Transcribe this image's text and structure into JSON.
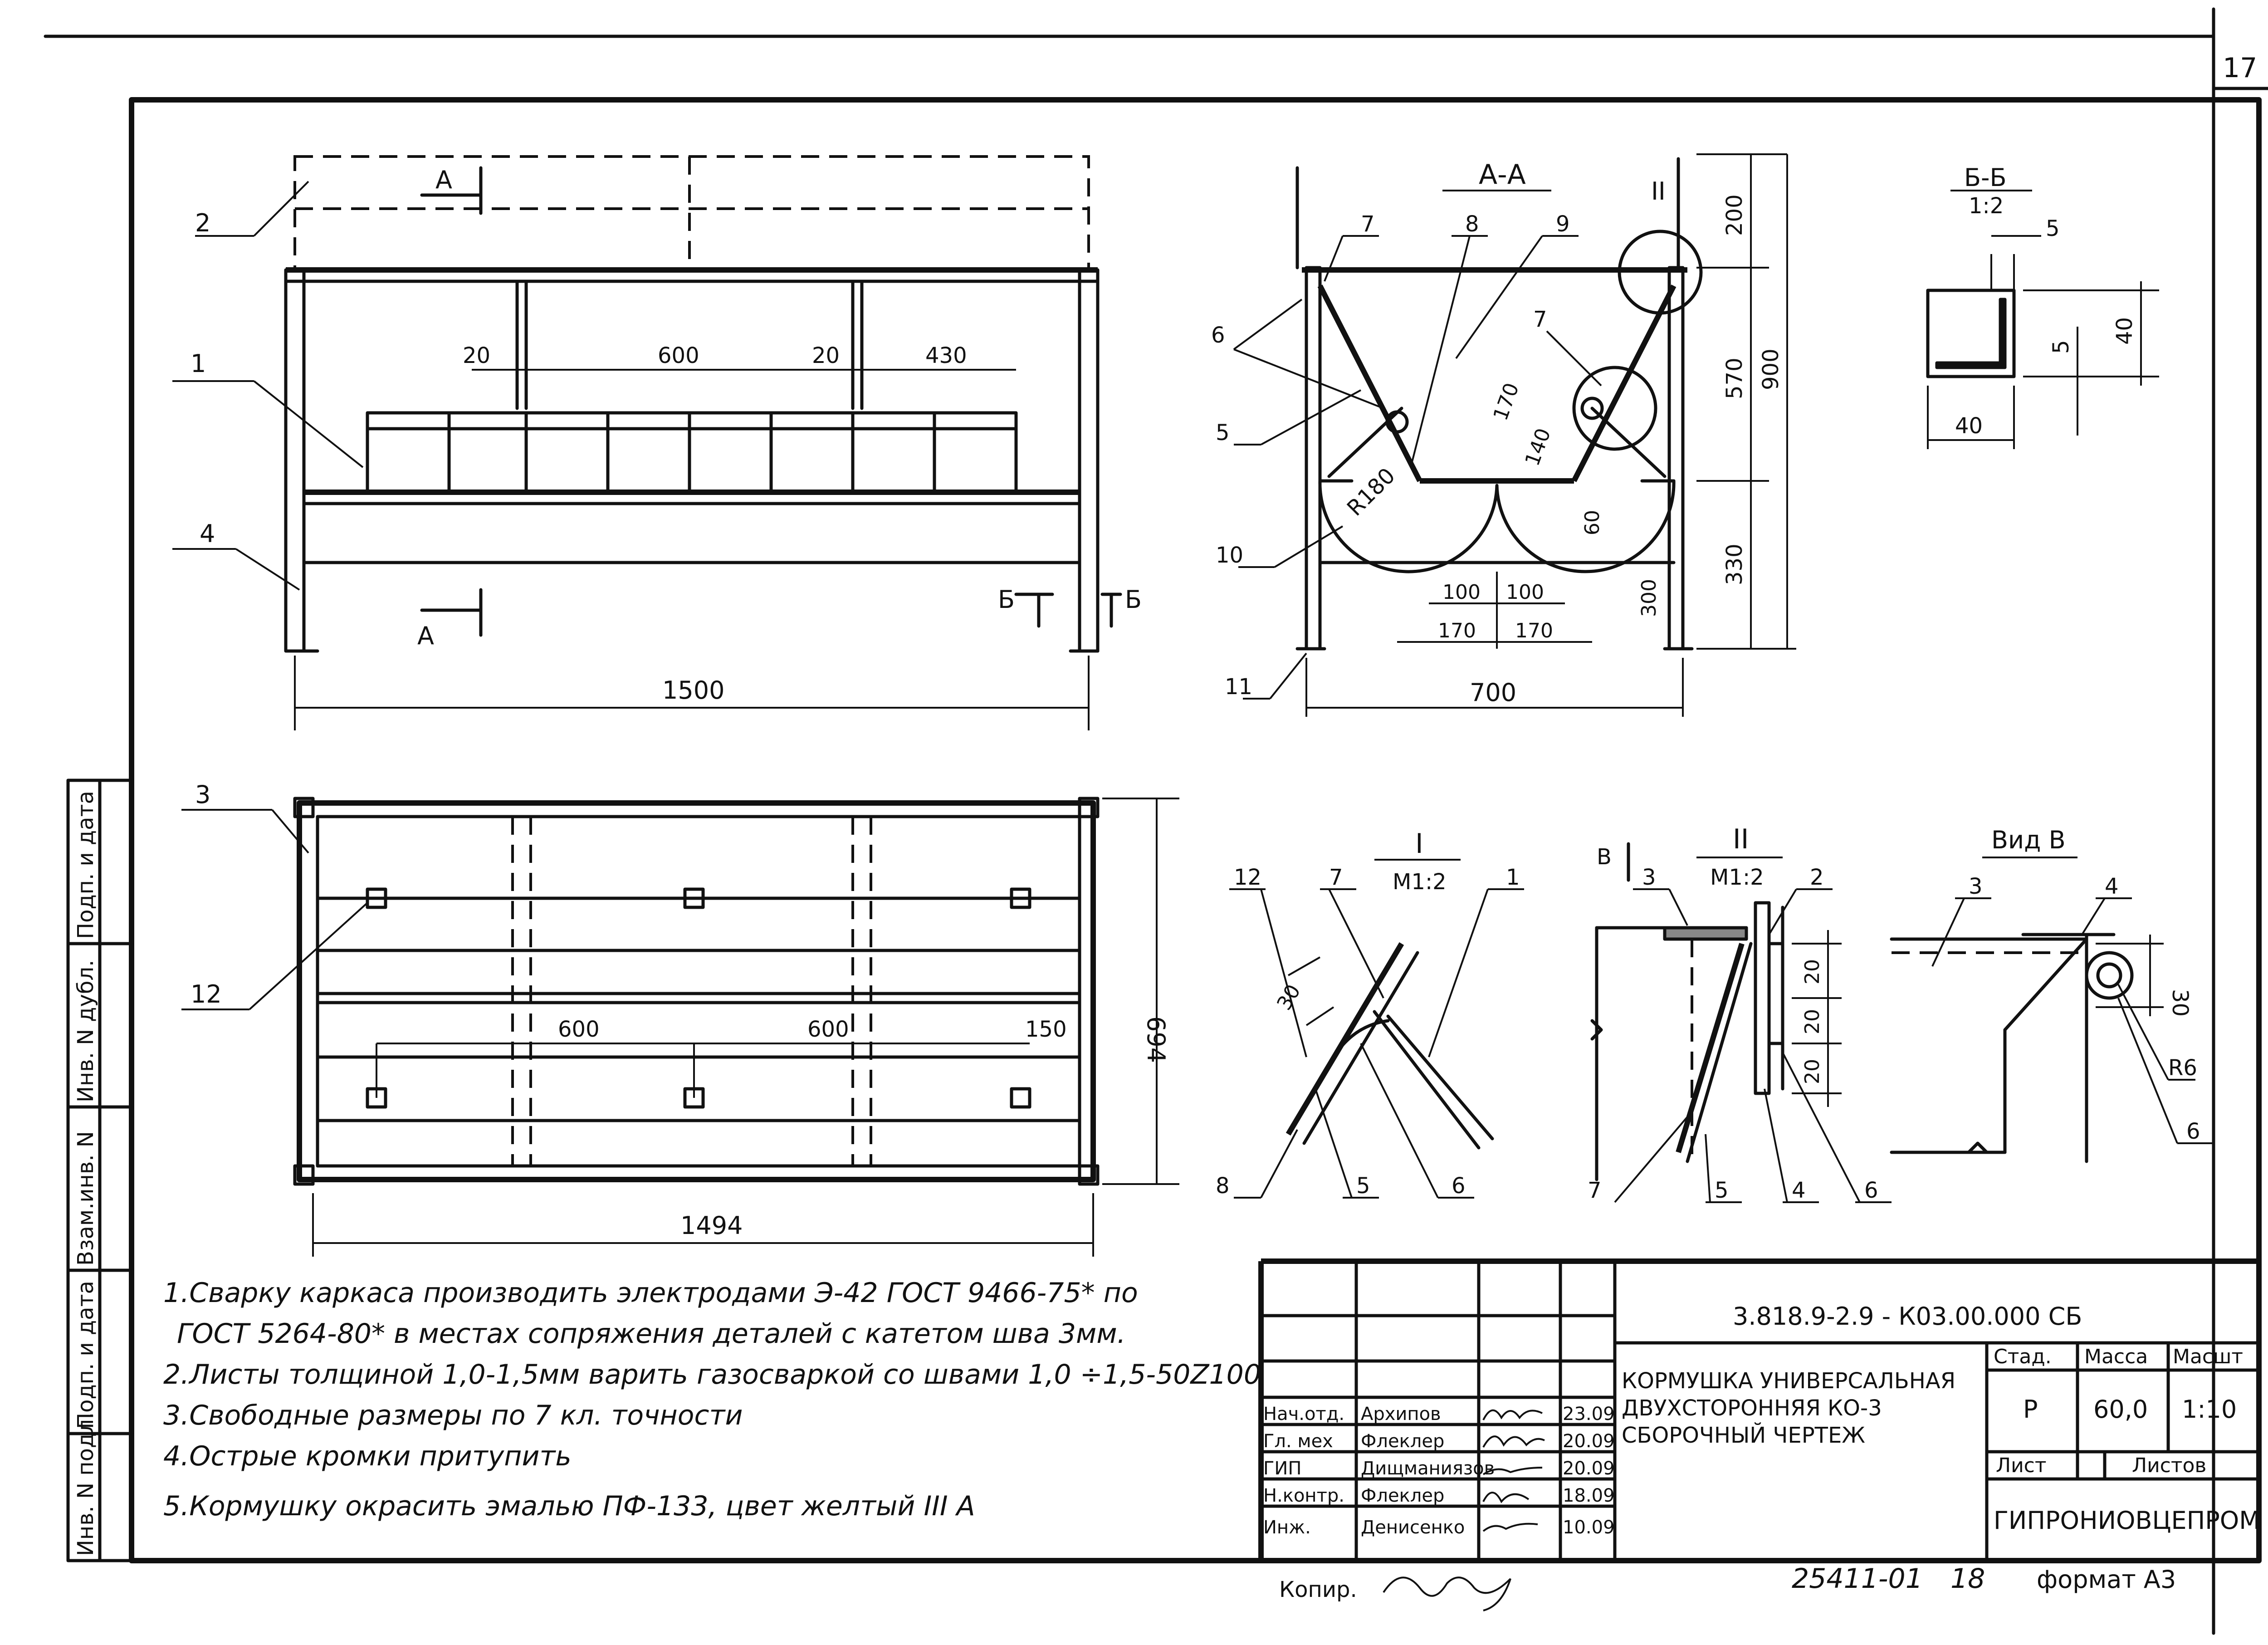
{
  "page": {
    "number": "17"
  },
  "side_stamp": [
    "Инв. N подл.",
    "Подп. и дата",
    "Взам.инв. N",
    "Инв. N дубл.",
    "Подп. и дата"
  ],
  "views": {
    "front": {
      "dims": [
        "20",
        "600",
        "20",
        "430",
        "1500"
      ],
      "section_marks": [
        "А",
        "А",
        "Б",
        "Б"
      ],
      "callouts": [
        "2",
        "1",
        "4"
      ]
    },
    "section_aa": {
      "title": "А-А",
      "roman": "II",
      "dims": [
        "200",
        "570",
        "900",
        "330",
        "170",
        "140",
        "60",
        "100",
        "100",
        "170",
        "170",
        "300",
        "700"
      ],
      "radius": "R180",
      "callouts": [
        "7",
        "8",
        "9",
        "6",
        "5",
        "7",
        "10",
        "11"
      ]
    },
    "section_bb": {
      "title": "Б-Б",
      "scale": "1:2",
      "dims": [
        "5",
        "40",
        "5",
        "40"
      ]
    },
    "plan": {
      "dims": [
        "600",
        "600",
        "150",
        "694",
        "1494"
      ],
      "callouts": [
        "3",
        "12"
      ]
    },
    "detail_1": {
      "title": "I",
      "scale": "M1:2",
      "dims": [
        "30"
      ],
      "callouts": [
        "12",
        "7",
        "1",
        "8",
        "5",
        "6"
      ]
    },
    "detail_2": {
      "title": "II",
      "scale": "M1:2",
      "mark": "В",
      "dims": [
        "20",
        "20",
        "20"
      ],
      "callouts": [
        "3",
        "2",
        "7",
        "5",
        "4",
        "6"
      ]
    },
    "view_v": {
      "title": "Вид В",
      "dims": [
        "30",
        "R6"
      ],
      "callouts": [
        "3",
        "4",
        "6"
      ]
    }
  },
  "notes": [
    "1.Сварку каркаса производить электродами Э-42 ГОСТ 9466-75* по",
    "ГОСТ 5264-80* в местах сопряжения деталей с катетом шва 3мм.",
    "2.Листы толщиной 1,0-1,5мм варить газосваркой со швами 1,0 ÷1,5-50Z100",
    "3.Свободные размеры по 7 кл. точности",
    "4.Острые кромки притупить",
    "5.Кормушку окрасить эмалью ПФ-133, цвет желтый III А"
  ],
  "title_block": {
    "code": "3.818.9-2.9 - К03.00.000 СБ",
    "name_lines": [
      "КОРМУШКА УНИВЕРСАЛЬНАЯ",
      "ДВУХСТОРОННЯЯ КО-3",
      "СБОРОЧНЫЙ ЧЕРТЕЖ"
    ],
    "headers": [
      "Стад.",
      "Масса",
      "Масшт"
    ],
    "values": [
      "Р",
      "60,0",
      "1:10"
    ],
    "sheet_labels": [
      "Лист",
      "Листов"
    ],
    "org": "ГИПРОНИОВЦЕПРОМ",
    "signers": [
      {
        "role": "Нач.отд.",
        "name": "Архипов",
        "date": "23.09"
      },
      {
        "role": "Гл. мех",
        "name": "Флеклер",
        "date": "20.09"
      },
      {
        "role": "ГИП",
        "name": "Дищманиязов",
        "date": "20.09"
      },
      {
        "role": "Н.контр.",
        "name": "Флеклер",
        "date": "18.09"
      },
      {
        "role": "Инж.",
        "name": "Денисенко",
        "date": "10.09"
      }
    ]
  },
  "footer": {
    "copied": "Копир.",
    "archive": "25411-01",
    "num": "18",
    "format": "формат А3"
  }
}
